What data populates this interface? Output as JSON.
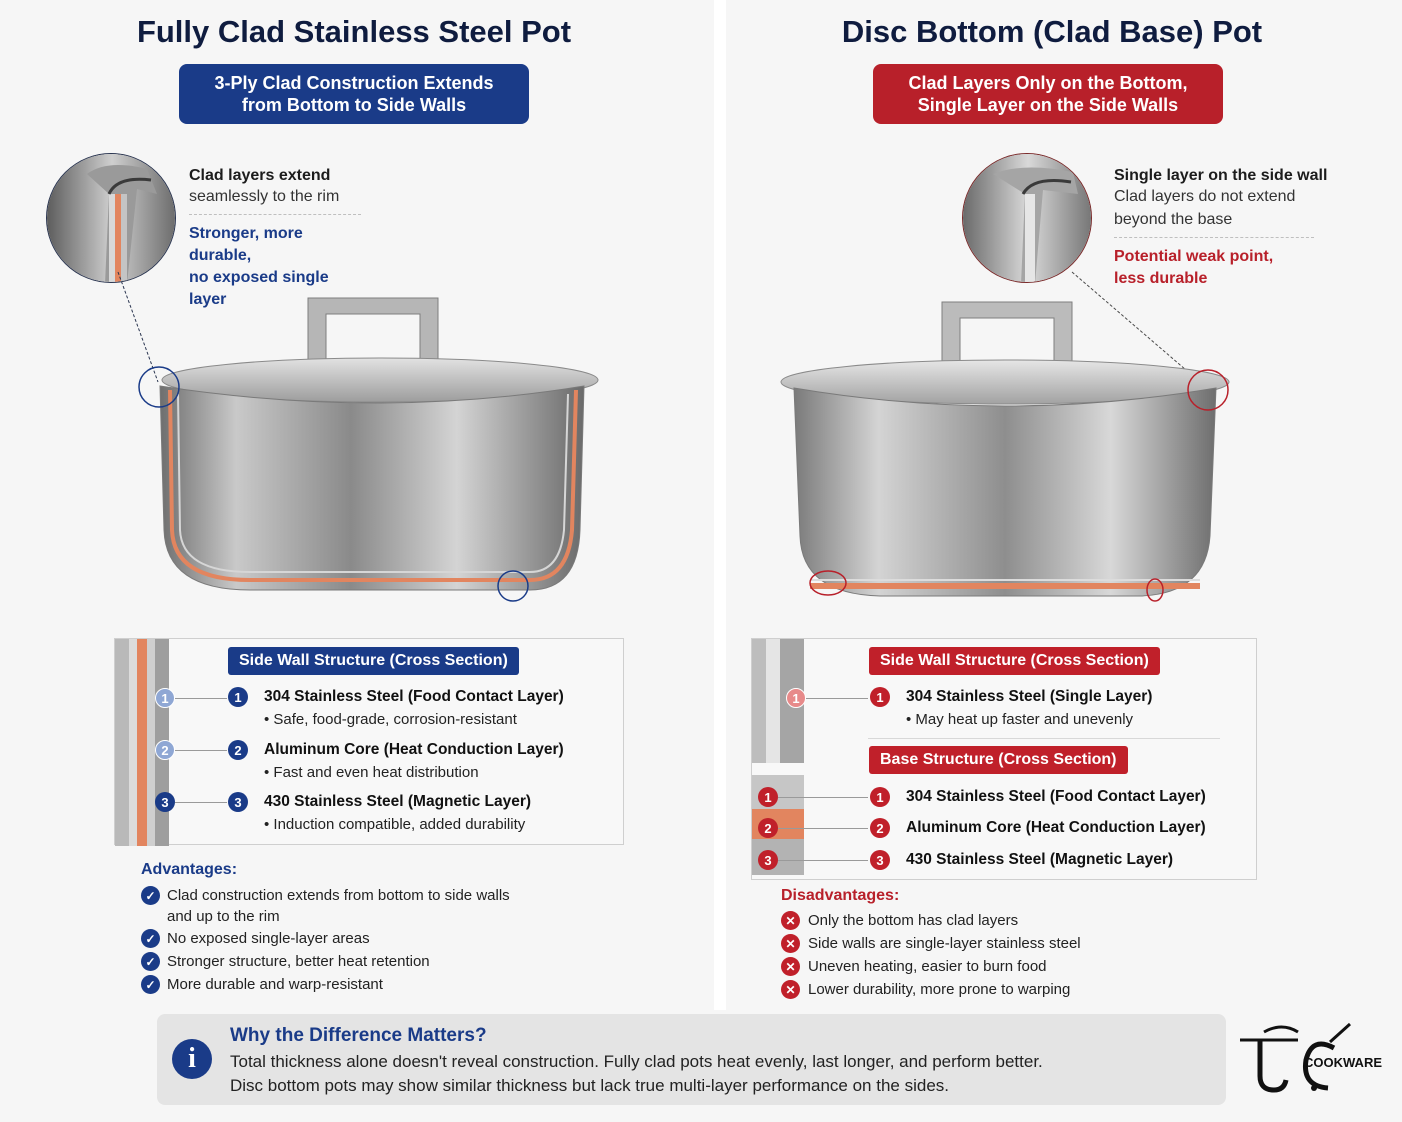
{
  "left": {
    "title": "Fully Clad Stainless Steel Pot",
    "pill": [
      "3-Ply Clad Construction Extends",
      "from Bottom to Side Walls"
    ],
    "note_heading": "Clad layers extend",
    "note_line": "seamlessly to the rim",
    "note_accent": [
      "Stronger, more durable,",
      "no exposed single layer"
    ],
    "side_tag": "Side Wall Structure (Cross Section)",
    "layers": [
      {
        "num": "1",
        "name": "304 Stainless Steel (Food Contact Layer)",
        "desc": "• Safe, food-grade, corrosion-resistant"
      },
      {
        "num": "2",
        "name": "Aluminum Core (Heat Conduction Layer)",
        "desc": "• Fast and even heat distribution"
      },
      {
        "num": "3",
        "name": "430 Stainless Steel (Magnetic Layer)",
        "desc": "• Induction compatible, added durability"
      }
    ],
    "adv_title": "Advantages:",
    "advantages": [
      [
        "Clad construction extends from bottom to side walls",
        "and up to the rim"
      ],
      [
        "No exposed single-layer areas"
      ],
      [
        "Stronger structure, better heat retention"
      ],
      [
        "More durable and warp-resistant"
      ]
    ]
  },
  "right": {
    "title": "Disc Bottom (Clad Base) Pot",
    "pill": [
      "Clad Layers Only on the Bottom,",
      "Single Layer on the Side Walls"
    ],
    "note_heading": "Single layer on the side wall",
    "note_lines": [
      "Clad layers do not extend",
      "beyond the base"
    ],
    "note_accent": [
      "Potential weak point,",
      "less durable"
    ],
    "side_tag": "Side Wall Structure (Cross Section)",
    "side_layer": {
      "num": "1",
      "name": "304 Stainless Steel (Single Layer)",
      "desc": "• May heat up faster and unevenly"
    },
    "base_tag": "Base Structure (Cross Section)",
    "base_layers": [
      {
        "num": "1",
        "name": "304 Stainless Steel (Food Contact Layer)"
      },
      {
        "num": "2",
        "name": "Aluminum Core (Heat Conduction Layer)"
      },
      {
        "num": "3",
        "name": "430 Stainless Steel (Magnetic Layer)"
      }
    ],
    "dis_title": "Disadvantages:",
    "disadvantages": [
      "Only the bottom has clad layers",
      "Side walls are single-layer stainless steel",
      "Uneven heating, easier to burn food",
      "Lower durability, more prone to warping"
    ]
  },
  "why": {
    "title": "Why the Difference Matters?",
    "lines": [
      "Total thickness alone doesn't reveal construction. Fully clad pots heat evenly, last longer, and perform better.",
      "Disc bottom pots may show similar thickness but lack true multi-layer performance on the sides."
    ]
  },
  "logo": {
    "text": "COOKWARE"
  },
  "icons": {
    "check": "check-icon",
    "cross": "cross-icon",
    "info": "info-icon"
  },
  "colors": {
    "blue": "#1a3b88",
    "red": "#b8202a",
    "copper": "#e2855f"
  }
}
